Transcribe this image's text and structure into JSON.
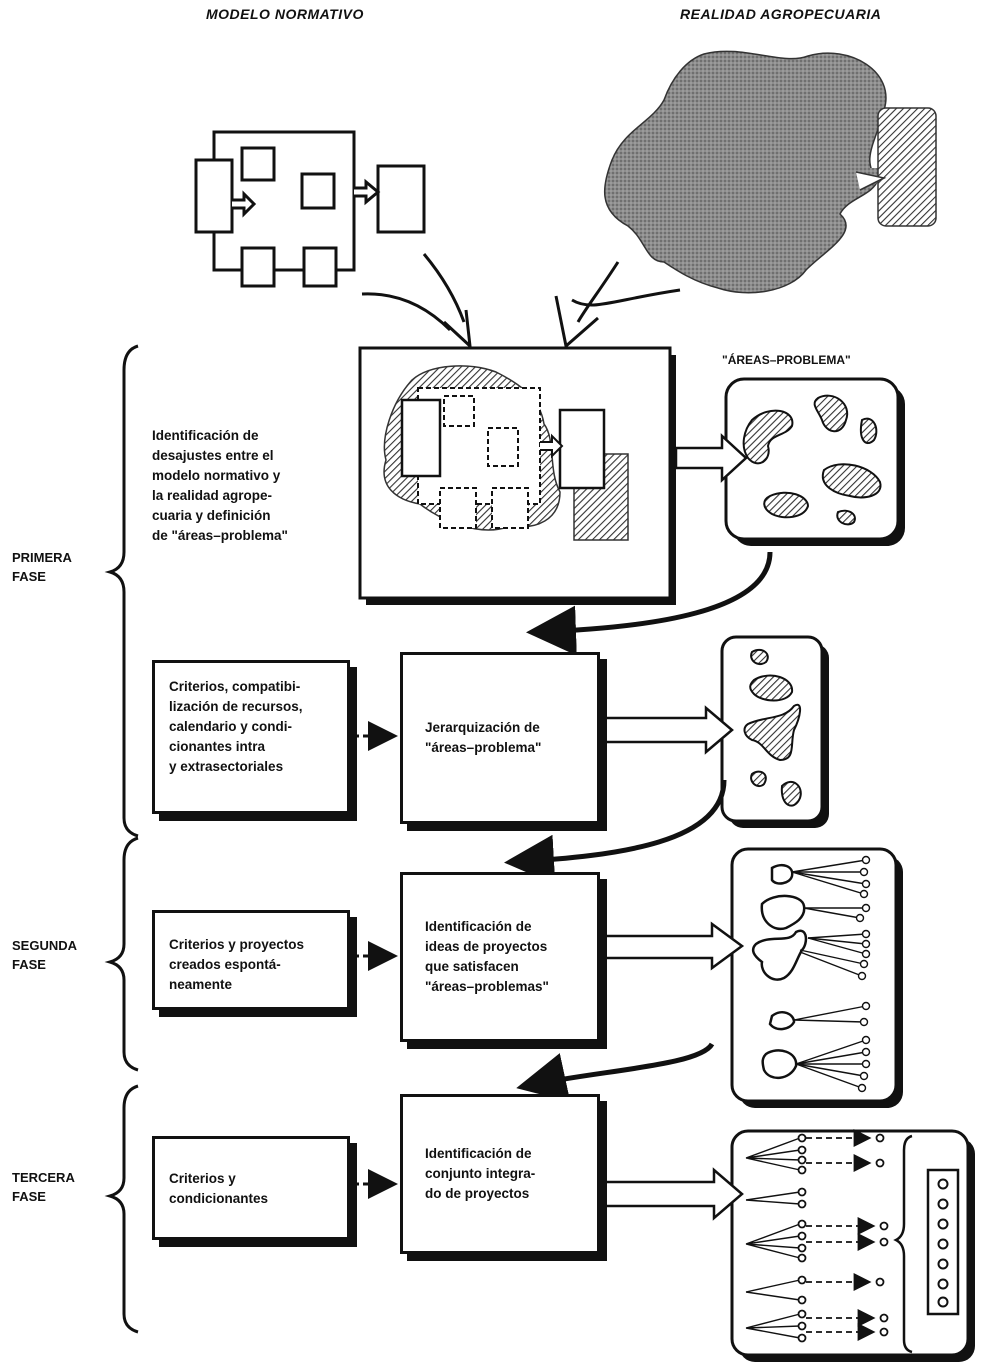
{
  "headers": {
    "left": "MODELO NORMATIVO",
    "right": "REALIDAD AGROPECUARIA"
  },
  "areas_label": "\"ÁREAS–PROBLEMA\"",
  "phases": [
    {
      "line1": "PRIMERA",
      "line2": "FASE"
    },
    {
      "line1": "SEGUNDA",
      "line2": "FASE"
    },
    {
      "line1": "TERCERA",
      "line2": "FASE"
    }
  ],
  "phase1_description": [
    "Identificación de",
    "desajustes entre el",
    "modelo normativo y",
    "la realidad agrope-",
    "cuaria y definición",
    "de \"áreas–problema\""
  ],
  "criteria": [
    [
      "Criterios, compatibi-",
      "lización de recursos,",
      "calendario y condi-",
      "cionantes intra",
      "y extrasectoriales"
    ],
    [
      "Criterios y proyectos",
      "creados espontá-",
      "neamente"
    ],
    [
      "Criterios y",
      "condicionantes"
    ]
  ],
  "steps": [
    [
      "Jerarquización de",
      "\"áreas–problema\""
    ],
    [
      "Identificación de",
      "ideas de proyectos",
      "que satisfacen",
      "\"áreas–problemas\""
    ],
    [
      "Identificación de",
      "conjunto integra-",
      "do de proyectos"
    ]
  ],
  "colors": {
    "ink": "#111111",
    "blob": "#9a9a9a",
    "hatch": "#444444"
  }
}
